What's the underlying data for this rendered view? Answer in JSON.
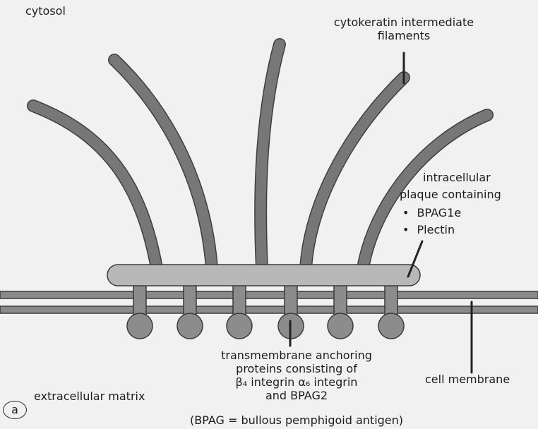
{
  "labels": {
    "cytosol": "cytosol",
    "filaments_line1": "cytokeratin intermediate",
    "filaments_line2": "filaments",
    "plaque_line1": "intracellular",
    "plaque_line2": "plaque containing",
    "plaque_item1": "BPAG1e",
    "plaque_item2": "Plectin",
    "transmembrane_line1": "transmembrane anchoring",
    "transmembrane_line2": "proteins consisting of",
    "transmembrane_line3": "β₄ integrin α₆ integrin",
    "transmembrane_line4": "and BPAG2",
    "cell_membrane": "cell membrane",
    "extracellular": "extracellular matrix",
    "footnote": "(BPAG = bullous pemphigoid antigen)",
    "panel": "a",
    "bullet": "•"
  },
  "colors": {
    "filament": "#777777",
    "filament_edge": "#3f3f3f",
    "plaque": "#b8b8b8",
    "membrane": "#8a8a8a",
    "anchor": "#8c8c8c",
    "background": "#f1f1f1",
    "text": "#1d1d1d"
  }
}
